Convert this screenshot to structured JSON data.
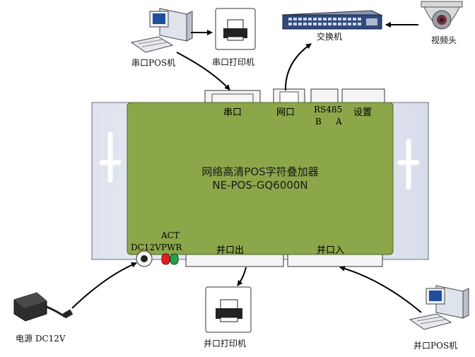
{
  "device": {
    "title_cn": "网络高清POS字符叠加器",
    "model": "NE-POS-GQ6000N"
  },
  "ports": {
    "serial": "串口",
    "network": "网口",
    "rs485": "RS485",
    "rs485_b": "B",
    "rs485_a": "A",
    "settings": "设置",
    "act": "ACT",
    "pwr": "PWR",
    "dc12v": "DC12V",
    "parallel_out": "并口出",
    "parallel_in": "并口入"
  },
  "peripherals": {
    "serial_pos": "串口POS机",
    "serial_printer": "串口打印机",
    "switch": "交换机",
    "camera": "视频头",
    "power": "电源 DC12V",
    "parallel_printer": "并口打印机",
    "parallel_pos": "并口POS机"
  },
  "colors": {
    "board": "#8ca64a",
    "case": "#e6eaf3",
    "act_led": "#e02020",
    "pwr_led": "#22a04a"
  }
}
